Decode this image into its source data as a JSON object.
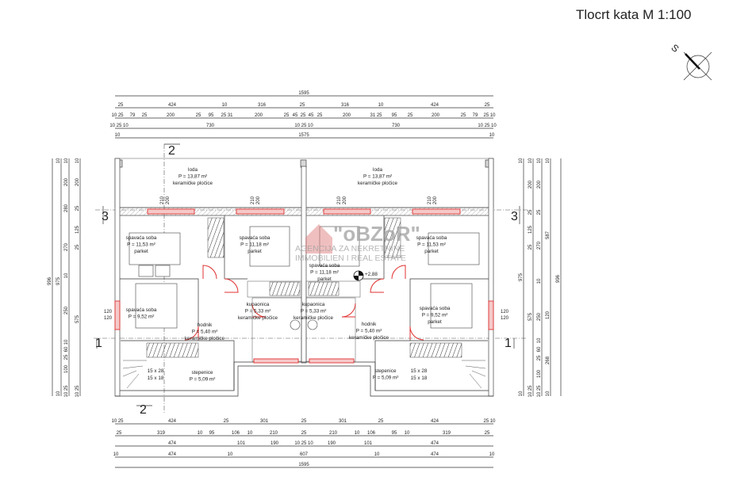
{
  "title": "Tlocrt kata M 1:100",
  "north_label": "S",
  "level_mark": "+2,88",
  "watermark": {
    "brand": "\"oBZoR\"",
    "line1": "AGENCIJA ZA NEKRETNINE",
    "line2": "IMMOBILIEN I REAL ESTATE"
  },
  "sections": {
    "s2_top": "2",
    "s2_bottom": "2",
    "s3_left": "3",
    "s3_right": "3",
    "s1_left": "1",
    "s1_right": "1"
  },
  "rooms": [
    {
      "name": "loda",
      "area": "P = 13,87 m²",
      "floor": "keramičke pločice"
    },
    {
      "name": "loda",
      "area": "P = 13,87 m²",
      "floor": "keramičke pločice"
    },
    {
      "name": "spavaća soba",
      "area": "P = 11,53 m²",
      "floor": "parket"
    },
    {
      "name": "spavaća soba",
      "area": "P = 11,18 m²",
      "floor": "parket"
    },
    {
      "name": "spavaća soba",
      "area": "P = 11,18 m²",
      "floor": "parket"
    },
    {
      "name": "spavaća soba",
      "area": "P = 11,53 m²",
      "floor": "parket"
    },
    {
      "name": "spavaća soba",
      "area": "P = 9,52 m²",
      "floor": ""
    },
    {
      "name": "spavaća soba",
      "area": "P = 9,52 m²",
      "floor": "parket"
    },
    {
      "name": "kupaonica",
      "area": "P = 5,33 m²",
      "floor": "keramičke pločice"
    },
    {
      "name": "kupaonica",
      "area": "P = 5,33 m²",
      "floor": "keramičke pločice"
    },
    {
      "name": "hodnik",
      "area": "P = 5,40 m²",
      "floor": "keramičke pločice"
    },
    {
      "name": "hodnik",
      "area": "P = 5,40 m²",
      "floor": "keramičke pločice"
    },
    {
      "name": "stepenice",
      "area": "P = 5,09 m²",
      "floor": ""
    },
    {
      "name": "stepenice",
      "area": "P = 5,09 m²",
      "floor": ""
    }
  ],
  "stairs": [
    {
      "a": "15 x 28",
      "b": "15 x 18"
    },
    {
      "a": "15 x 28",
      "b": "15 x 18"
    }
  ],
  "side_windows": [
    {
      "a": "120",
      "b": "120"
    },
    {
      "a": "120",
      "b": "120"
    }
  ],
  "top_windows": [
    {
      "w": "200",
      "h": "210"
    },
    {
      "w": "200",
      "h": "210"
    },
    {
      "w": "200",
      "h": "210"
    },
    {
      "w": "200",
      "h": "210"
    }
  ],
  "dims": {
    "top": [
      [
        "1595"
      ],
      [
        "25",
        "424",
        "10",
        "316",
        "25",
        "316",
        "10",
        "424",
        "25"
      ],
      [
        "10 25",
        "79",
        "25",
        "200",
        "25",
        "95",
        "25 31",
        "200",
        "25",
        "45",
        "25",
        "45",
        "25",
        "200",
        "31 25",
        "95",
        "25",
        "200",
        "25",
        "79",
        "25 10"
      ],
      [
        "10 25 10",
        "730",
        "10 25 10",
        "730",
        "10 25 10"
      ],
      [
        "10",
        "1575",
        "10"
      ]
    ],
    "bottom": [
      [
        "10 25",
        "424",
        "25",
        "301",
        "25",
        "301",
        "25",
        "424",
        "25 10"
      ],
      [
        "25",
        "319",
        "10",
        "95",
        "106",
        "10",
        "210",
        "25",
        "210",
        "10",
        "106",
        "95",
        "10",
        "319",
        "25"
      ],
      [
        "474",
        "101",
        "190",
        "10 25 10",
        "190",
        "101",
        "474"
      ],
      [
        "10",
        "474",
        "10",
        "607",
        "10",
        "474",
        "10"
      ],
      [
        "1595"
      ]
    ],
    "left": [
      [
        "996"
      ],
      [
        "10",
        "975",
        "10"
      ],
      [
        "10",
        "200",
        "280",
        "270",
        "10",
        "250",
        "10",
        "60",
        "25",
        "100",
        "10 25"
      ],
      [
        "10",
        "200",
        "25",
        "125",
        "25",
        "575",
        "10 25"
      ]
    ],
    "right": [
      [
        "10",
        "975",
        "10"
      ],
      [
        "10",
        "200",
        "25",
        "125",
        "25",
        "575",
        "10 25"
      ],
      [
        "10",
        "200",
        "25",
        "270",
        "10",
        "250",
        "10",
        "60",
        "25",
        "100",
        "10 25"
      ],
      [
        "10",
        "587",
        "120",
        "268",
        "10"
      ],
      [
        "996"
      ]
    ]
  }
}
